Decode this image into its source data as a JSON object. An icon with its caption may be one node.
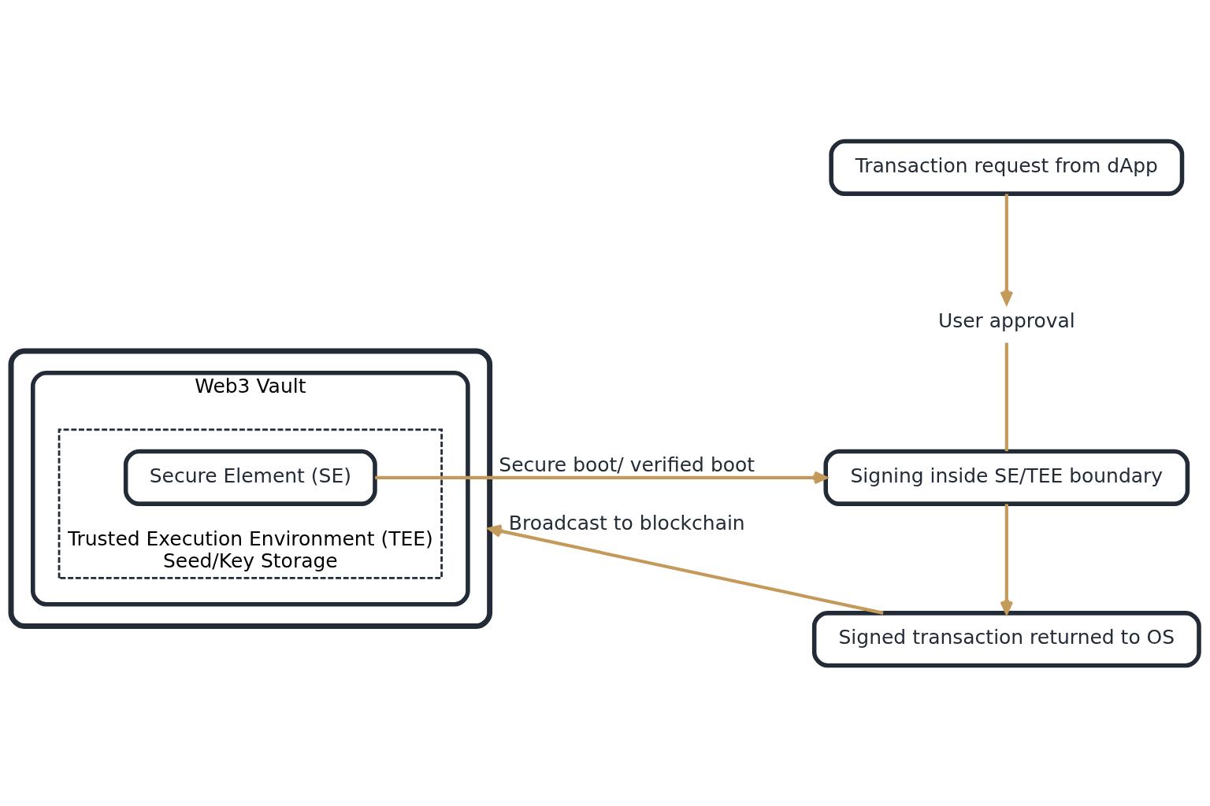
{
  "diagram": {
    "nodes": [
      {
        "text": [],
        "shape": "box"
      },
      {
        "text": [
          "Web3 Vault"
        ],
        "in": 0
      },
      {
        "text": [
          "Trusted Execution Environment (TEE)",
          "Seed/Key Storage"
        ],
        "in": 1
      },
      {
        "text": [
          "Secure Element (SE)"
        ],
        "in": 2
      },
      {
        "text": [
          "Transaction request from dApp"
        ]
      },
      {
        "text": [
          "User approval"
        ]
      },
      {
        "text": [
          "Signing inside SE/TEE boundary"
        ]
      },
      {
        "text": [
          "Signed transaction returned to OS"
        ]
      }
    ],
    "edges": [
      {
        "from": 4,
        "to": 5,
        "arrow": "to"
      },
      {
        "from": 5,
        "to": 6,
        "arrow": "none"
      },
      {
        "from": 3,
        "to": 6,
        "arrow": "to",
        "label": "Secure boot/ verified boot"
      },
      {
        "from": 6,
        "to": 7,
        "arrow": "to"
      },
      {
        "from": 7,
        "to": 0,
        "arrow": "to",
        "label": "Broadcast to blockchain"
      }
    ]
  }
}
